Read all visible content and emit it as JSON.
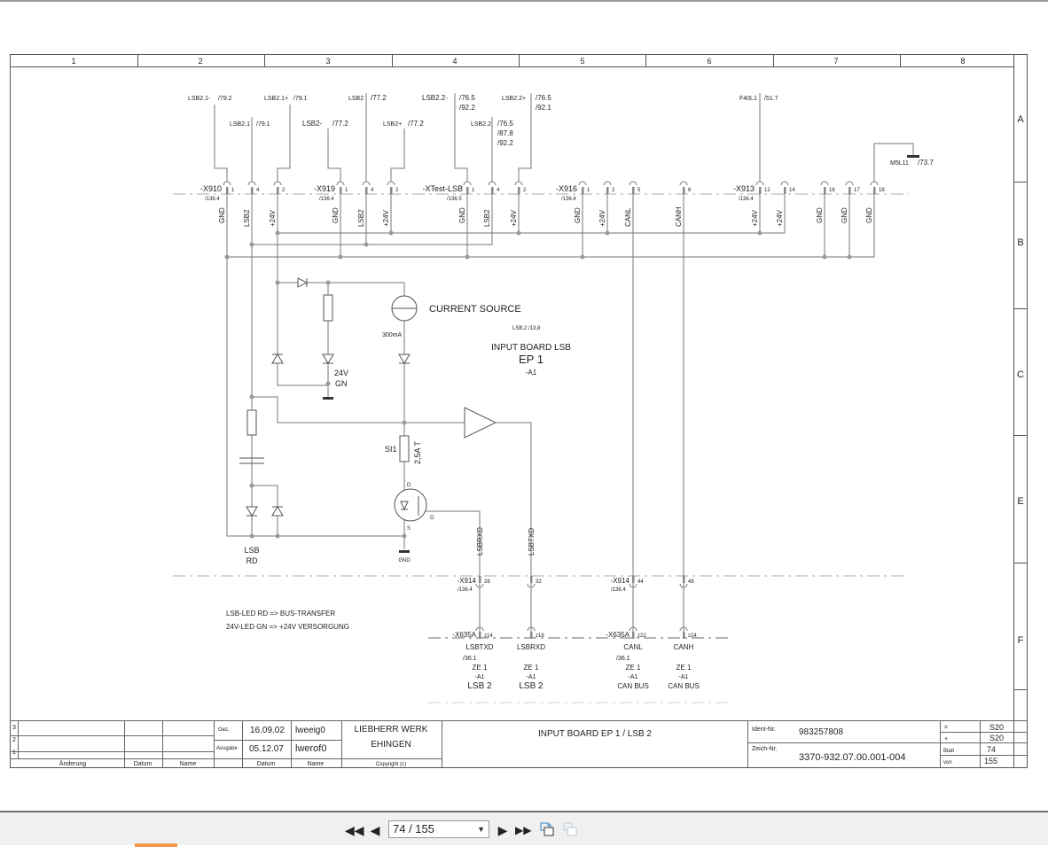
{
  "viewer": {
    "page_indicator": "74 / 155",
    "first_page": "first-page",
    "prev_page": "previous-page",
    "next_page": "next-page",
    "last_page": "last-page"
  },
  "frame": {
    "columns": [
      "1",
      "2",
      "3",
      "4",
      "5",
      "6",
      "7",
      "8"
    ],
    "rows": [
      "A",
      "B",
      "C",
      "E",
      "F"
    ]
  },
  "top_signals": [
    {
      "label": "LSB2.1-",
      "refs": [
        "/79.2"
      ]
    },
    {
      "label": "LSB2.1",
      "refs": [
        "/79.1"
      ]
    },
    {
      "label": "LSB2.1+",
      "refs": [
        "/79.1"
      ]
    },
    {
      "label": "LSB2-",
      "refs": [
        "/77.2"
      ]
    },
    {
      "label": "LSB2",
      "refs": [
        "/77.2"
      ]
    },
    {
      "label": "LSB2+",
      "refs": [
        "/77.2"
      ]
    },
    {
      "label": "LSB2.2-",
      "refs": [
        "/76.5",
        "/92.2"
      ]
    },
    {
      "label": "LSB2.2",
      "refs": [
        "/76.5",
        "/87.8",
        "/92.2"
      ]
    },
    {
      "label": "LSB2.2+",
      "refs": [
        "/76.5",
        "/92.1"
      ]
    },
    {
      "label": "F40L1",
      "refs": [
        "/51.7"
      ]
    },
    {
      "label": "M5L11",
      "refs": [
        "/73.7"
      ]
    }
  ],
  "connectors": [
    {
      "name": "-X910",
      "ref": "/136.4",
      "pins": [
        {
          "num": "1",
          "signal": "GND"
        },
        {
          "num": "4",
          "signal": "LSB2"
        },
        {
          "num": "2",
          "signal": "+24V"
        }
      ]
    },
    {
      "name": "-X919",
      "ref": "/136.4",
      "pins": [
        {
          "num": "1",
          "signal": "GND"
        },
        {
          "num": "4",
          "signal": "LSB2"
        },
        {
          "num": "2",
          "signal": "+24V"
        }
      ]
    },
    {
      "name": "-XTest-LSB",
      "ref": "/136.5",
      "pins": [
        {
          "num": "1",
          "signal": "GND"
        },
        {
          "num": "4",
          "signal": "LSB2"
        },
        {
          "num": "2",
          "signal": "+24V"
        }
      ]
    },
    {
      "name": "-X916",
      "ref": "/136.4",
      "pins": [
        {
          "num": "1",
          "signal": "GND"
        },
        {
          "num": "2",
          "signal": "+24V"
        },
        {
          "num": "5",
          "signal": "CANL"
        },
        {
          "num": "6",
          "signal": "CANH"
        }
      ]
    },
    {
      "name": "-X913",
      "ref": "/136.4",
      "pins": [
        {
          "num": "12",
          "signal": "+24V"
        },
        {
          "num": "14",
          "signal": "+24V"
        },
        {
          "num": "16",
          "signal": "GND"
        },
        {
          "num": "17",
          "signal": "GND"
        },
        {
          "num": "18",
          "signal": "GND"
        }
      ]
    }
  ],
  "circuit": {
    "current_source": "CURRENT SOURCE",
    "current_value": "300mA",
    "led_green": [
      "24V",
      "GN"
    ],
    "led_red": [
      "LSB",
      "RD"
    ],
    "fuse_name": "SI1",
    "fuse_value": "2,5A T",
    "mosfet_d": "D",
    "mosfet_g": "G",
    "mosfet_s": "S",
    "gnd": "GND",
    "board_ref": "LSB,2   /13,8",
    "board_title": "INPUT BOARD LSB",
    "board_name": "EP 1",
    "board_id": "-A1",
    "sig_rx": "LSBRXD",
    "sig_tx": "LSBTXD",
    "notes": [
      "LSB-LED RD => BUS-TRANSFER",
      "24V-LED GN => +24V VERSORGUNG"
    ]
  },
  "lower_connectors": {
    "x914_name": "-X914",
    "x914_ref": "/136.4",
    "x914_pins": [
      "28",
      "32",
      "44",
      "48"
    ],
    "x635_name": "-X635A",
    "x635_pins": [
      "z14",
      "z16",
      "z22",
      "z24"
    ],
    "targets": [
      {
        "signal": "LSBTXD",
        "ref": "/36.1",
        "ze": "ZE 1",
        "a": "-A1",
        "bus": "LSB 2"
      },
      {
        "signal": "LSBRXD",
        "ref": "",
        "ze": "ZE 1",
        "a": "-A1",
        "bus": "LSB 2"
      },
      {
        "signal": "CANL",
        "ref": "/36.1",
        "ze": "ZE 1",
        "a": "-A1",
        "bus": "CAN BUS"
      },
      {
        "signal": "CANH",
        "ref": "",
        "ze": "ZE 1",
        "a": "-A1",
        "bus": "CAN BUS"
      }
    ]
  },
  "title_block": {
    "rev_rows": [
      "3",
      "2",
      "1"
    ],
    "col_aenderung": "Änderung",
    "col_datum": "Datum",
    "col_name": "Name",
    "gez_label": "Gez.",
    "ausgabe_label": "Ausgabe",
    "gez_date": "16.09.02",
    "gez_name": "lweeig0",
    "ausgabe_date": "05.12.07",
    "ausgabe_name": "lwerof0",
    "datum_label": "Datum",
    "name_label": "Name",
    "company_1": "LIEBHERR WERK",
    "company_2": "EHINGEN",
    "copyright": "Copyright (c)",
    "title": "INPUT BOARD EP 1 / LSB 2",
    "ident_label": "Ident-Nr.",
    "ident_value": "983257808",
    "zeich_label": "Zeich-Nr.",
    "zeich_value": "3370-932.07.00.001-004",
    "eq_label": "=",
    "eq_value": "S20",
    "plus_label": "+",
    "plus_value": "S20",
    "blatt_label": "Blatt",
    "blatt_value": "74",
    "von_label": "von",
    "von_value": "155"
  }
}
